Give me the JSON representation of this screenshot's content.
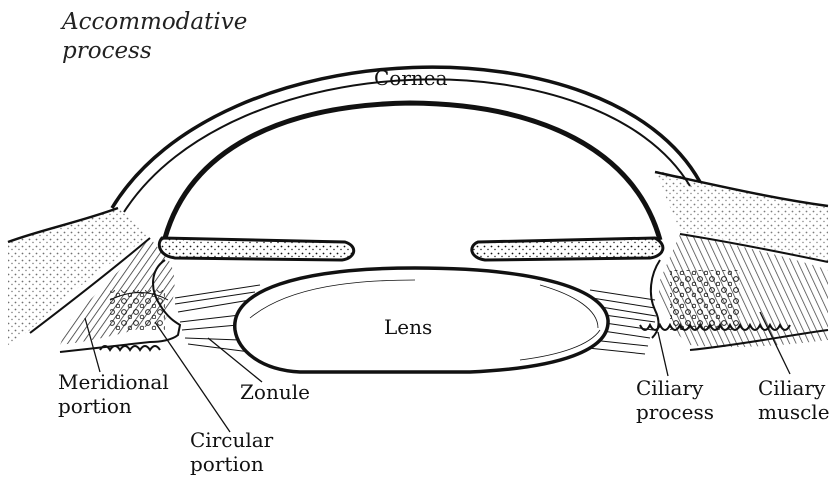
{
  "title": [
    "Accommodative",
    "process"
  ],
  "labels": {
    "cornea": "Cornea",
    "lens": "Lens",
    "meridional": [
      "Meridional",
      "portion"
    ],
    "zonule": "Zonule",
    "circular": [
      "Circular",
      "portion"
    ],
    "ciliary_process": [
      "Ciliary",
      "process"
    ],
    "ciliary_muscle": [
      "Ciliary",
      "muscle"
    ]
  },
  "colors": {
    "ink": "#111111",
    "paper": "#ffffff"
  }
}
